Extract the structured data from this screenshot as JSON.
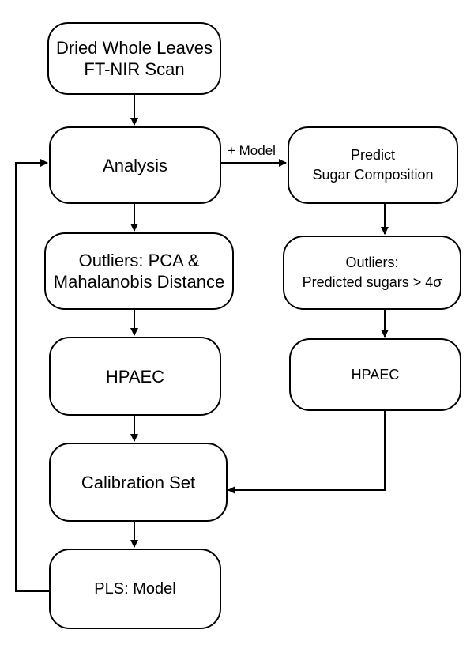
{
  "nodes": {
    "scan": "Dried Whole Leaves\nFT-NIR Scan",
    "analysis": "Analysis",
    "outliers_pca": "Outliers: PCA &\nMahalanobis Distance",
    "hpaec_left": "HPAEC",
    "calibration": "Calibration Set",
    "pls": "PLS: Model",
    "predict": "Predict\nSugar Composition",
    "outliers_sugars": "Outliers:\nPredicted sugars > 4σ",
    "hpaec_right": "HPAEC"
  },
  "edges": {
    "model_label": "+ Model"
  },
  "colors": {
    "stroke": "#000000",
    "fill": "#ffffff"
  }
}
